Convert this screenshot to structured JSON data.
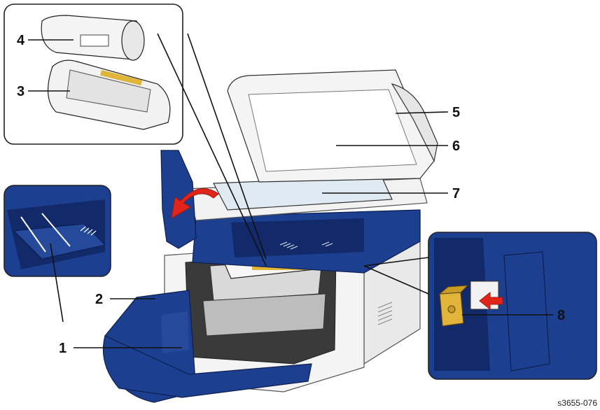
{
  "callouts": {
    "c1": "1",
    "c2": "2",
    "c3": "3",
    "c4": "4",
    "c5": "5",
    "c6": "6",
    "c7": "7",
    "c8": "8"
  },
  "reference_code": "s3655-076",
  "colors": {
    "printer_blue": "#1d3f8f",
    "printer_blue_dark": "#12296a",
    "housing_white": "#f4f4f4",
    "glass": "#dfeaf3",
    "cartridge_yellow": "#e0b53a",
    "arrow_red": "#e1251b",
    "outline": "#222222"
  },
  "icons": {
    "open_arrow": "curved-arrow-icon",
    "insert_arrow": "arrow-left-icon"
  }
}
